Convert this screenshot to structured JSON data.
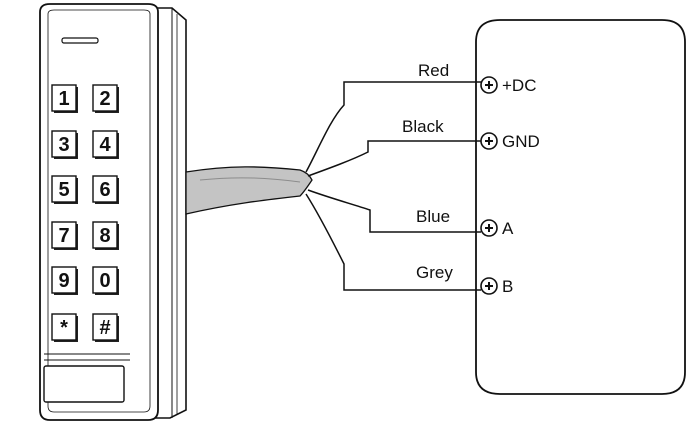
{
  "keypad": {
    "keys": [
      [
        "1",
        "2"
      ],
      [
        "3",
        "4"
      ],
      [
        "5",
        "6"
      ],
      [
        "7",
        "8"
      ],
      [
        "9",
        "0"
      ],
      [
        "*",
        "#"
      ]
    ]
  },
  "connections": [
    {
      "wire": "Red",
      "terminal": "+DC"
    },
    {
      "wire": "Black",
      "terminal": "GND"
    },
    {
      "wire": "Blue",
      "terminal": "A"
    },
    {
      "wire": "Grey",
      "terminal": "B"
    }
  ],
  "colors": {
    "line": "#111111",
    "cable": "#bdbdbd",
    "background": "#ffffff"
  },
  "icons": {
    "terminal": "terminal-screw-icon"
  }
}
